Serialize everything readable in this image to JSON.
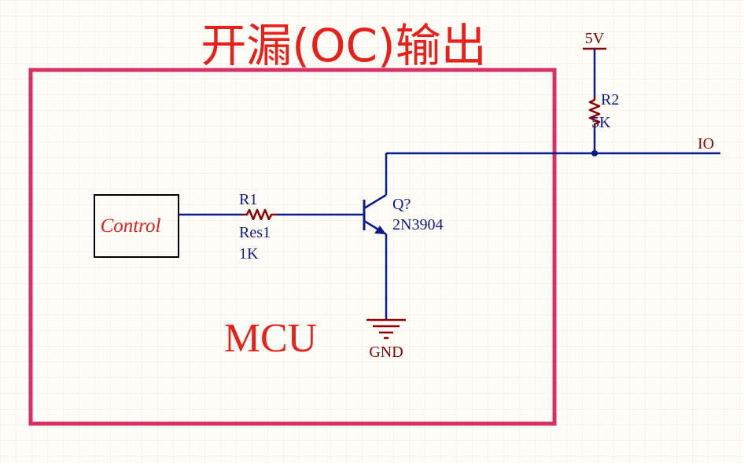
{
  "title": "开漏(OC)输出",
  "mcu_label": "MCU",
  "control_label": "Control",
  "resistor_r1": {
    "designator": "R1",
    "comment": "Res1",
    "value": "1K"
  },
  "resistor_r2": {
    "designator": "R2",
    "value": "5K"
  },
  "transistor": {
    "designator": "Q?",
    "part": "2N3904"
  },
  "power": {
    "label": "5V"
  },
  "ground": {
    "label": "GND"
  },
  "net_label": "IO",
  "colors": {
    "background": "#fdfcf6",
    "grid": "#eeebdf",
    "wire": "#0b1a8f",
    "component": "#8b0000",
    "designator_text": "#0b1a8f",
    "title_text": "#e8201c",
    "mcu_border": "#d63067",
    "control_text": "#e8201c"
  }
}
